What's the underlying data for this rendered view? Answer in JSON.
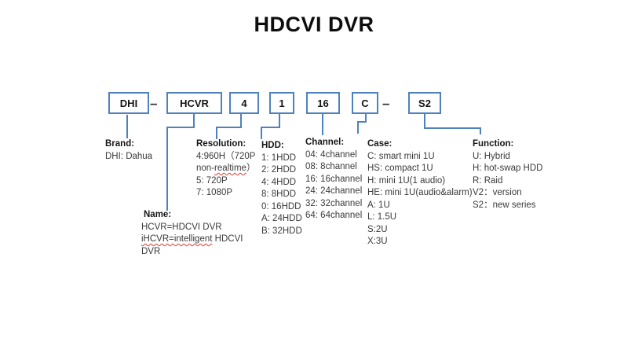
{
  "title": "HDCVI DVR",
  "colors": {
    "accent": "#4f81bd",
    "box_text": "#141414",
    "body_text": "#3a3a3a",
    "spellcheck_underline": "#e03a30"
  },
  "model_code": {
    "boxes": [
      {
        "label": "DHI"
      },
      {
        "label": "HCVR"
      },
      {
        "label": "4"
      },
      {
        "label": "1"
      },
      {
        "label": "16"
      },
      {
        "label": "C"
      },
      {
        "label": "S2"
      }
    ],
    "separator": "–"
  },
  "legend": {
    "brand": {
      "heading": "Brand:",
      "items": [
        "DHI: Dahua"
      ]
    },
    "name": {
      "heading": "Name:",
      "line1": "HCVR=HDCVI DVR",
      "line2_wavy": "iHCVR=intelligent",
      "line2_rest": " HDCVI",
      "line3": "DVR"
    },
    "resolution": {
      "heading": "Resolution:",
      "line1": "4:960H（720P",
      "line2_pre": "non-",
      "line2_wavy": "realtime",
      "line2_post": "）",
      "line3": "5: 720P",
      "line4": "7: 1080P"
    },
    "hdd": {
      "heading": "HDD:",
      "items": [
        "1: 1HDD",
        "2: 2HDD",
        "4: 4HDD",
        "8: 8HDD",
        "0: 16HDD",
        "A: 24HDD",
        "B: 32HDD"
      ]
    },
    "channel": {
      "heading": "Channel:",
      "items": [
        "04: 4channel",
        "08: 8channel",
        "16: 16channel",
        "24: 24channel",
        "32: 32channel",
        "64: 64channel"
      ]
    },
    "case": {
      "heading": "Case:",
      "items": [
        "C: smart mini 1U",
        "HS: compact 1U",
        "H: mini 1U(1 audio)",
        "HE: mini 1U(audio&alarm)",
        "A: 1U",
        "L: 1.5U",
        "S:2U",
        "X:3U"
      ]
    },
    "function": {
      "heading": "Function:",
      "items": [
        "U: Hybrid",
        "H: hot-swap HDD",
        "R: Raid",
        "V2：version",
        "S2：new series"
      ]
    }
  }
}
